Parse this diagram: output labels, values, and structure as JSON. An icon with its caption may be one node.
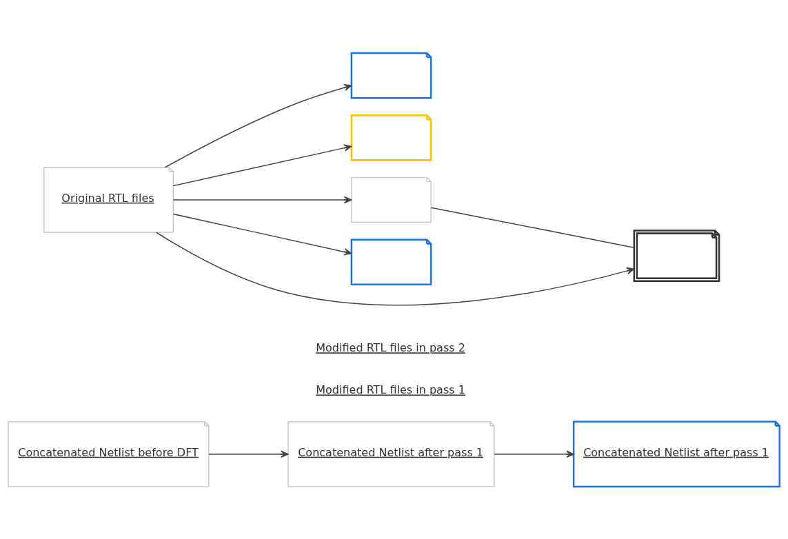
{
  "diagram": {
    "nodes": [
      {
        "text": [
          "Concatenated Netlist before DFT"
        ]
      },
      {
        "text": [
          "Concatenated Netlist after pass 1"
        ]
      },
      {
        "text": [
          "Concatenated Netlist after pass 1"
        ]
      },
      {
        "text": [
          "Original RTL files"
        ]
      },
      {
        "text": [],
        "shape": "box"
      },
      {
        "text": [],
        "shape": "box"
      },
      {
        "text": [],
        "shape": "box"
      },
      {
        "text": [],
        "shape": "box"
      },
      {
        "text": [],
        "shape": "box"
      }
    ],
    "edges": [
      {
        "from": 0,
        "to": 1,
        "arrow": "to"
      },
      {
        "from": 1,
        "to": 2,
        "arrow": "to"
      },
      {
        "from": 3,
        "to": 4,
        "arrow": "to"
      },
      {
        "from": 3,
        "to": 7,
        "arrow": "to"
      },
      {
        "from": 3,
        "to": 5,
        "arrow": "to"
      },
      {
        "from": 3,
        "to": 6,
        "arrow": "to"
      },
      {
        "from": 6,
        "to": 8,
        "arrow": "none"
      },
      {
        "from": 3,
        "to": 8,
        "arrow": "to"
      }
    ],
    "labels": [
      "Modified RTL files in pass 1",
      "Modified RTL files in pass 2"
    ]
  }
}
